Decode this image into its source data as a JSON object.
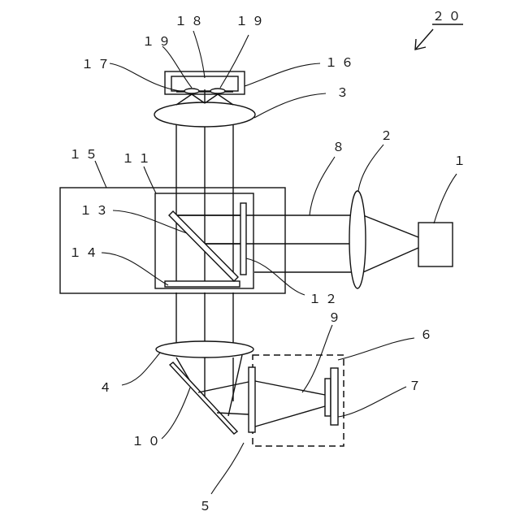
{
  "labels": {
    "system": "２０",
    "light_source": "１",
    "collimator_lens": "２",
    "lens_3": "３",
    "lens_4": "４",
    "element_5": "５",
    "element_6": "６",
    "element_7": "７",
    "beam_8": "８",
    "beam_9": "９",
    "mirror_10": "１０",
    "prism_block": "１１",
    "element_12": "１２",
    "element_13": "１３",
    "element_14": "１４",
    "housing": "１５",
    "sensor_case": "１６",
    "element_17": "１７",
    "element_18": "１８",
    "element_19_left": "１９",
    "element_19_right": "１９"
  }
}
